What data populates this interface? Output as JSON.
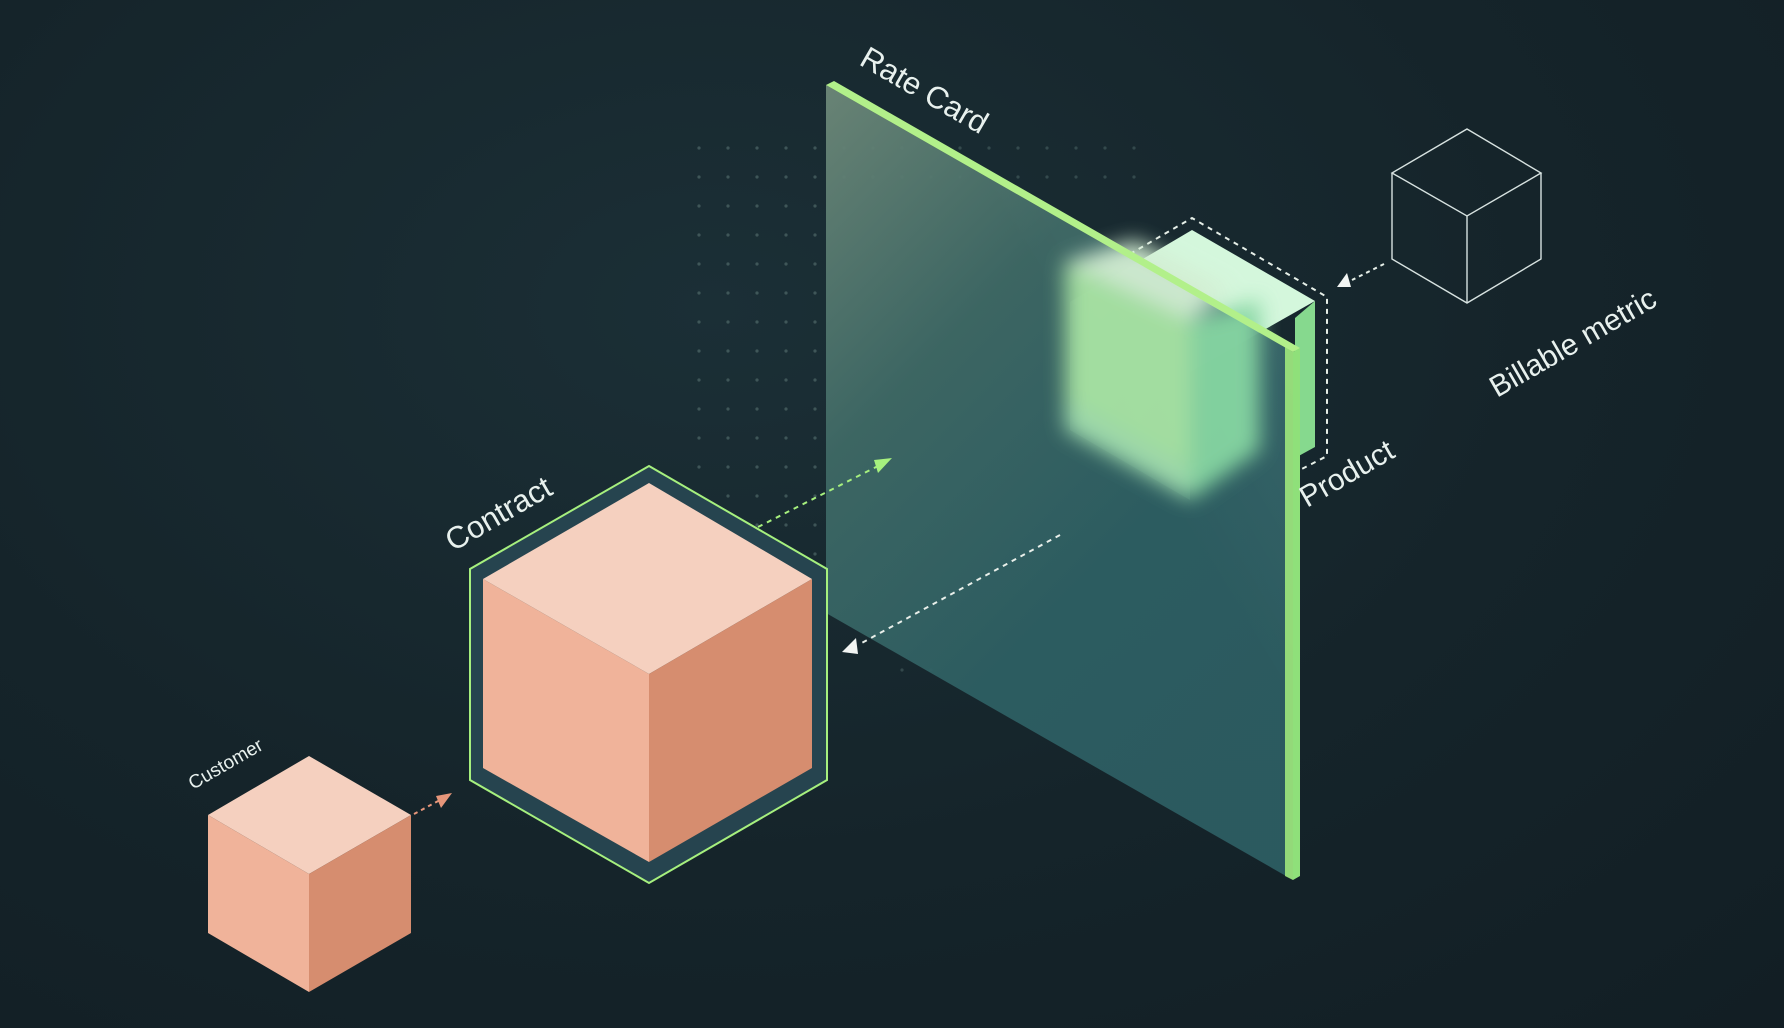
{
  "labels": {
    "rate_card": "Rate Card",
    "contract": "Contract",
    "customer": "Customer",
    "product": "Product",
    "billable_metric": "Billable metric"
  },
  "colors": {
    "accent_green": "#a6f07e",
    "cube_peach_top": "#f5d0bf",
    "cube_peach_left": "#f0b39a",
    "cube_peach_right": "#d68d6f",
    "panel_teal": "#2f6266",
    "hex_frame": "#26444f",
    "product_cube": "#bdf0c6",
    "metric_outline": "#d7e2e0"
  },
  "icons": [
    "cube-icon",
    "arrow-icon"
  ]
}
